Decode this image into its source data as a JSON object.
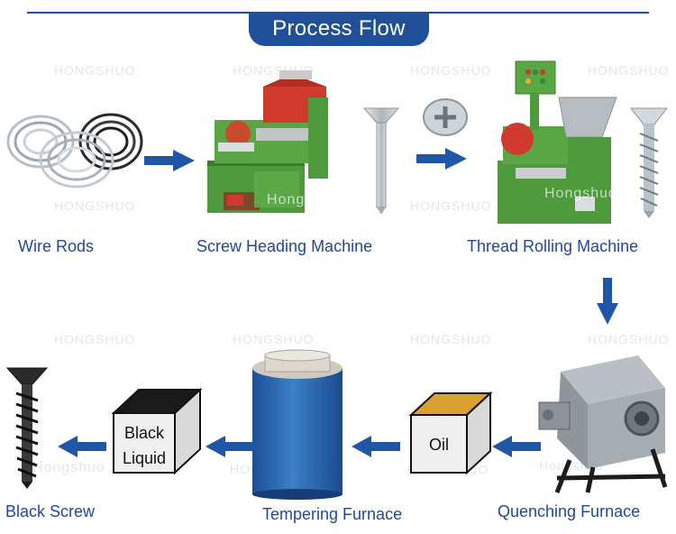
{
  "header": {
    "title": "Process Flow"
  },
  "steps": {
    "wire_rods": "Wire Rods",
    "screw_heading": "Screw Heading Machine",
    "thread_rolling": "Thread Rolling Machine",
    "quenching": "Quenching Furnace",
    "oil": "Oil",
    "tempering": "Tempering Furnace",
    "black_liquid": "Black Liquid",
    "black_liquid_line1": "Black",
    "black_liquid_line2": "Liquid",
    "black_screw": "Black Screw"
  },
  "watermarks": {
    "upper": "HONGSHUO",
    "mixed": "Hongshuo",
    "mixed_caps": "HONGSHUO"
  },
  "colors": {
    "accent": "#1e4f98",
    "label": "#22489a",
    "arrow": "#1f56a8",
    "machine_green": "#4f9a3c",
    "machine_red": "#d03a2c",
    "tempering_blue": "#2f6fb8",
    "oil": "#d8a132",
    "black_liquid": "#1a1a1a"
  }
}
